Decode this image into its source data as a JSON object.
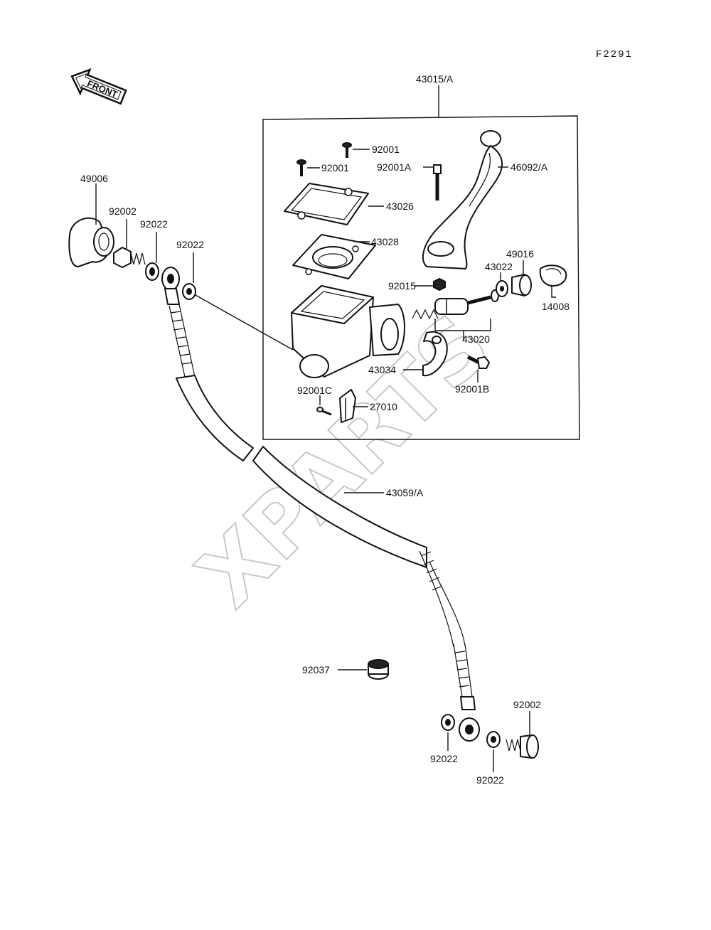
{
  "diagram_code": "F2291",
  "front_arrow": {
    "text": "FRONT",
    "icon": "front-arrow-icon"
  },
  "watermark": "XPARTS",
  "labels": {
    "p43015A": "43015/A",
    "p92001_a": "92001",
    "p92001_b": "92001",
    "p92001A": "92001A",
    "p46092A": "46092/A",
    "p43026": "43026",
    "p43028": "43028",
    "p49016": "49016",
    "p43022": "43022",
    "p92015": "92015",
    "p14008": "14008",
    "p43020": "43020",
    "p43034": "43034",
    "p92001B": "92001B",
    "p92001C": "92001C",
    "p27010": "27010",
    "p49006": "49006",
    "p92002_top": "92002",
    "p92022_top1": "92022",
    "p92022_top2": "92022",
    "p43059A": "43059/A",
    "p92037": "92037",
    "p92002_bot": "92002",
    "p92022_bot1": "92022",
    "p92022_bot2": "92022"
  }
}
